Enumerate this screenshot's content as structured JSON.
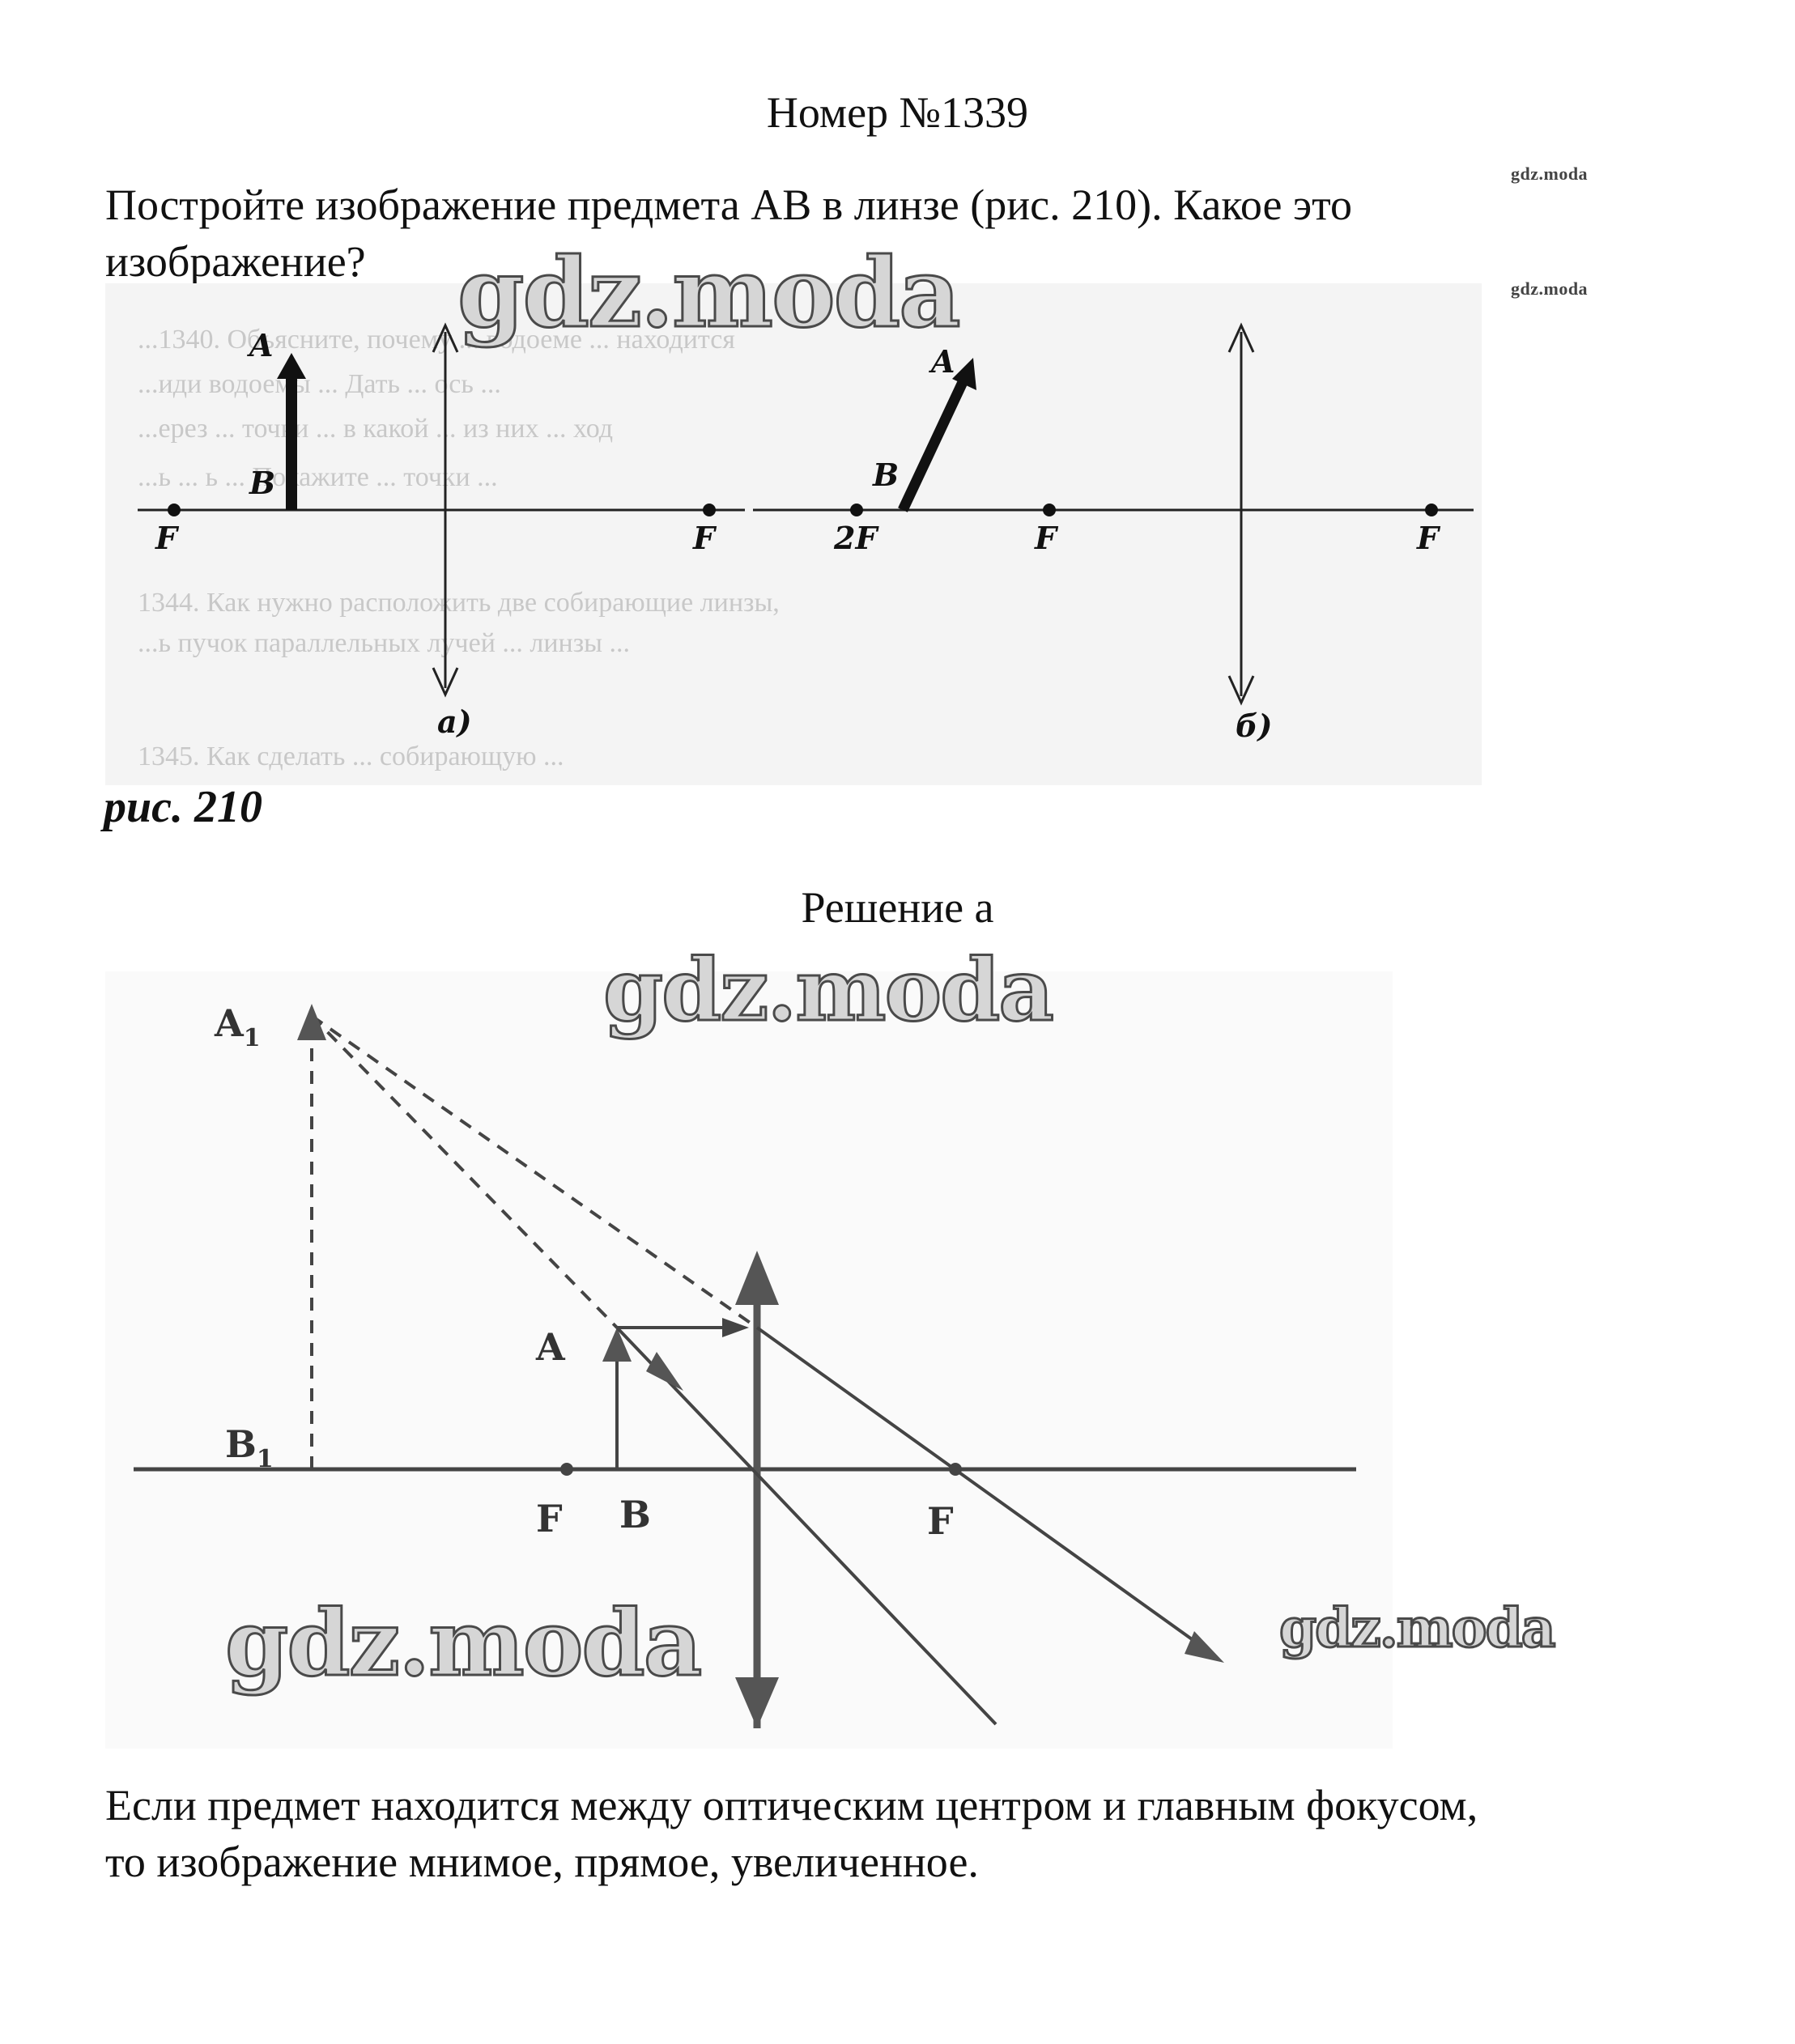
{
  "header": {
    "title": "Номер №1339"
  },
  "task": {
    "line1": "Постройте изображение предмета AB в линзе (рис. 210). Какое это",
    "line2": "изображение?"
  },
  "watermark": {
    "small": "gdz.moda",
    "large": "gdz.moda"
  },
  "figure_210": {
    "caption": "рис. 210",
    "panel_a": {
      "label_A": "A",
      "label_B": "B",
      "focus_left": "F",
      "focus_right": "F",
      "sublabel": "а)"
    },
    "panel_b": {
      "label_A": "A",
      "label_B": "B",
      "double_focus": "2F",
      "focus_left": "F",
      "focus_right": "F",
      "sublabel": "б)"
    },
    "background_text": [
      "...1340. Объясните, почему ... водоеме ... находится",
      "...иди водоемы ... Дать ... ось ...",
      "...ерез ... точки ... в какой ... из них ... ход",
      "...ь ... ь ... Покажите ... точки ...",
      "1344. Как нужно расположить две собирающие линзы,",
      "...ь пучок параллельных лучей ... линзы ...",
      "1345. Как сделать ... собирающую ..."
    ]
  },
  "solution": {
    "title": "Решение а",
    "labels": {
      "A1": "A",
      "A1_sub": "1",
      "B1": "B",
      "B1_sub": "1",
      "A": "A",
      "B": "B",
      "F_left": "F",
      "F_right": "F"
    }
  },
  "answer": {
    "line1": "Если предмет находится между оптическим центром и главным фокусом,",
    "line2": "то изображение мнимое, прямое, увеличенное."
  }
}
